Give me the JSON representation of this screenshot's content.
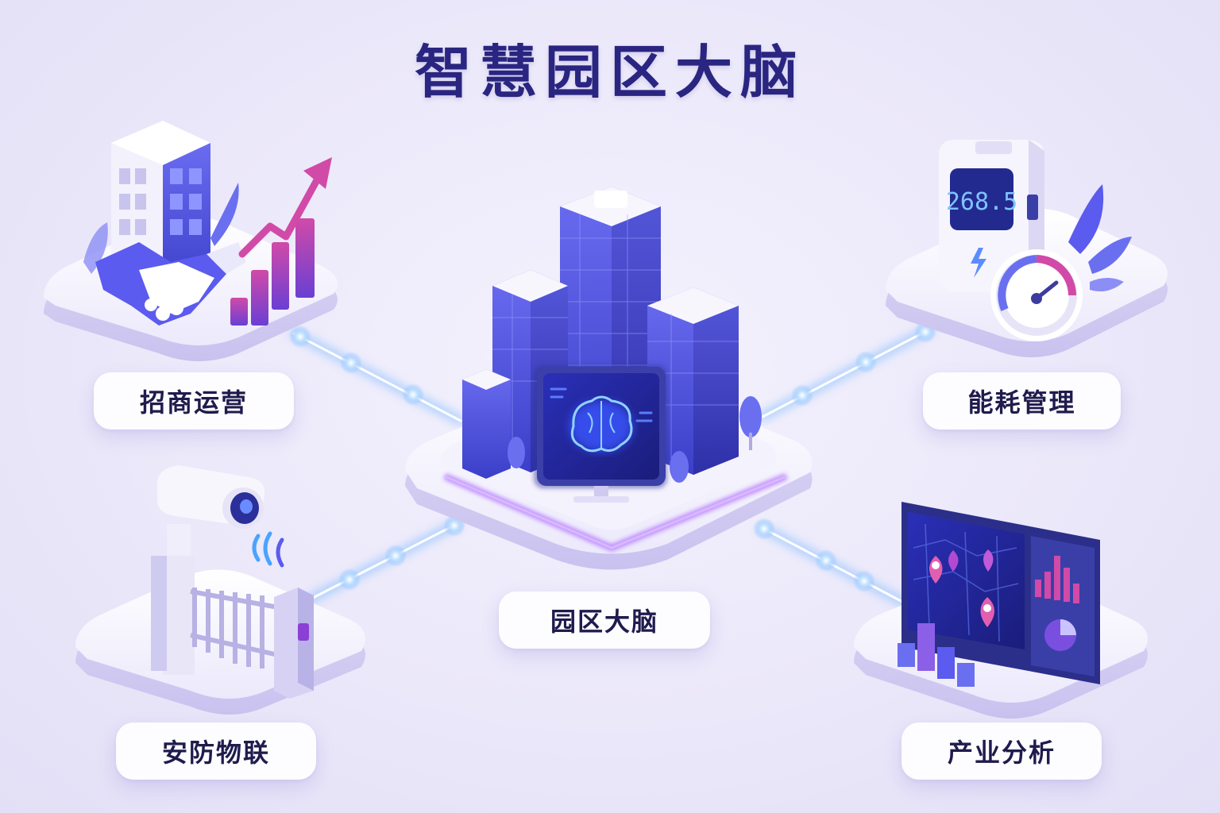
{
  "title": "智慧园区大脑",
  "center": {
    "label": "园区大脑"
  },
  "modules": {
    "investment": {
      "label": "招商运营",
      "icon": "handshake-growth-icon"
    },
    "energy": {
      "label": "能耗管理",
      "icon": "energy-meter-icon",
      "meter_reading": "268.5"
    },
    "security": {
      "label": "安防物联",
      "icon": "security-camera-gate-icon"
    },
    "industry": {
      "label": "产业分析",
      "icon": "analytics-monitor-icon"
    }
  },
  "colors": {
    "title": "#2a2580",
    "accent_blue": "#5b5bef",
    "accent_purple": "#9b3fd9",
    "accent_magenta": "#d14aa8",
    "glow": "#7fb6ff"
  }
}
